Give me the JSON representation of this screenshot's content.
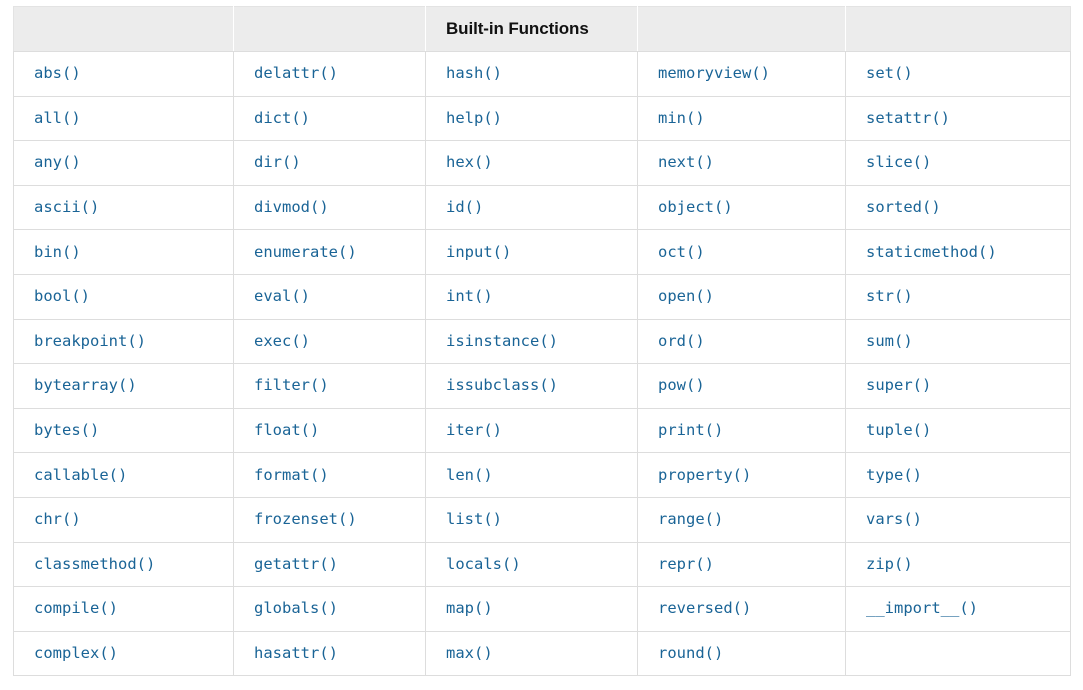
{
  "table": {
    "title": "Built-in Functions",
    "title_column_index": 2,
    "column_count": 5,
    "header_cells": [
      "",
      "",
      "Built-in Functions",
      "",
      ""
    ],
    "rows": [
      [
        "abs()",
        "delattr()",
        "hash()",
        "memoryview()",
        "set()"
      ],
      [
        "all()",
        "dict()",
        "help()",
        "min()",
        "setattr()"
      ],
      [
        "any()",
        "dir()",
        "hex()",
        "next()",
        "slice()"
      ],
      [
        "ascii()",
        "divmod()",
        "id()",
        "object()",
        "sorted()"
      ],
      [
        "bin()",
        "enumerate()",
        "input()",
        "oct()",
        "staticmethod()"
      ],
      [
        "bool()",
        "eval()",
        "int()",
        "open()",
        "str()"
      ],
      [
        "breakpoint()",
        "exec()",
        "isinstance()",
        "ord()",
        "sum()"
      ],
      [
        "bytearray()",
        "filter()",
        "issubclass()",
        "pow()",
        "super()"
      ],
      [
        "bytes()",
        "float()",
        "iter()",
        "print()",
        "tuple()"
      ],
      [
        "callable()",
        "format()",
        "len()",
        "property()",
        "type()"
      ],
      [
        "chr()",
        "frozenset()",
        "list()",
        "range()",
        "vars()"
      ],
      [
        "classmethod()",
        "getattr()",
        "locals()",
        "repr()",
        "zip()"
      ],
      [
        "compile()",
        "globals()",
        "map()",
        "reversed()",
        "__import__()"
      ],
      [
        "complex()",
        "hasattr()",
        "max()",
        "round()",
        ""
      ]
    ],
    "colors": {
      "link": "#1a6496",
      "header_background": "#ececec",
      "header_text": "#111111",
      "cell_background": "#ffffff",
      "border": "#dddddd"
    }
  }
}
